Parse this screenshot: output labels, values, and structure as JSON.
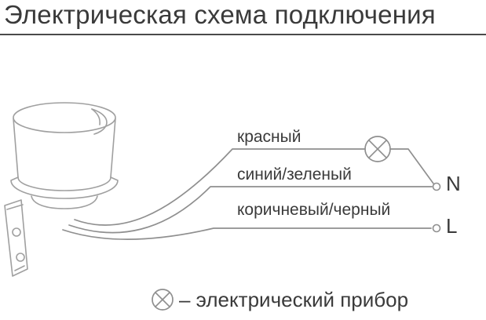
{
  "title": "Электрическая схема подключения",
  "wires": [
    {
      "label": "красный"
    },
    {
      "label": "синий/зеленый"
    },
    {
      "label": "коричневый/черный"
    }
  ],
  "terminals": {
    "neutral": "N",
    "line": "L"
  },
  "legend": {
    "text": "– электрический прибор"
  },
  "colors": {
    "wire": "#8f8f8f",
    "device_outline": "#a0a0a0",
    "text": "#3a3a3a",
    "divider": "#4a4a4a"
  }
}
